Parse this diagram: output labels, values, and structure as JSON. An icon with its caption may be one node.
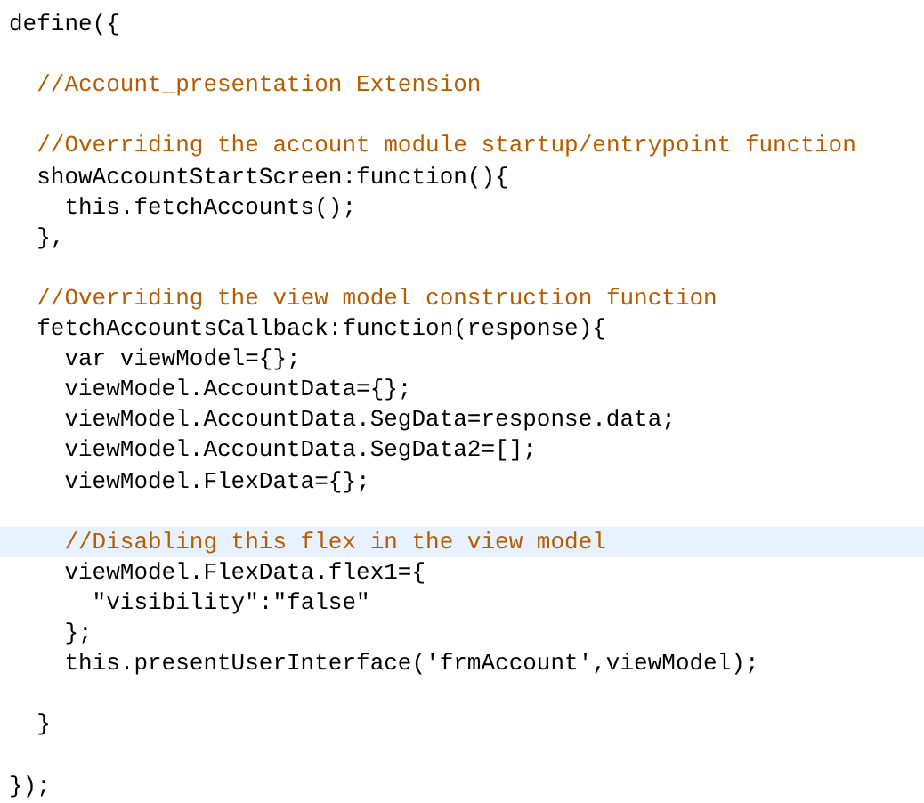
{
  "diagram": {
    "labels": [
      "define({",
      "//Account_presentation Extension",
      "//Overriding the account module startup/entrypoint function",
      "showAccountStartScreen:function(){",
      "this.fetchAccounts();",
      "},",
      "//Overriding the view model construction function",
      "fetchAccountsCallback:function(response){",
      "var viewModel={};",
      "viewModel.AccountData={};",
      "viewModel.AccountData.SegData=response.data;",
      "viewModel.AccountData.SegData2=[];",
      "viewModel.FlexData={};",
      "//Disabling this flex in the view model",
      "viewModel.FlexData.flex1={",
      "\"visibility\":\"false\"",
      "};",
      "this.presentUserInterface('frmAccount',viewModel);",
      "}",
      "});"
    ]
  }
}
